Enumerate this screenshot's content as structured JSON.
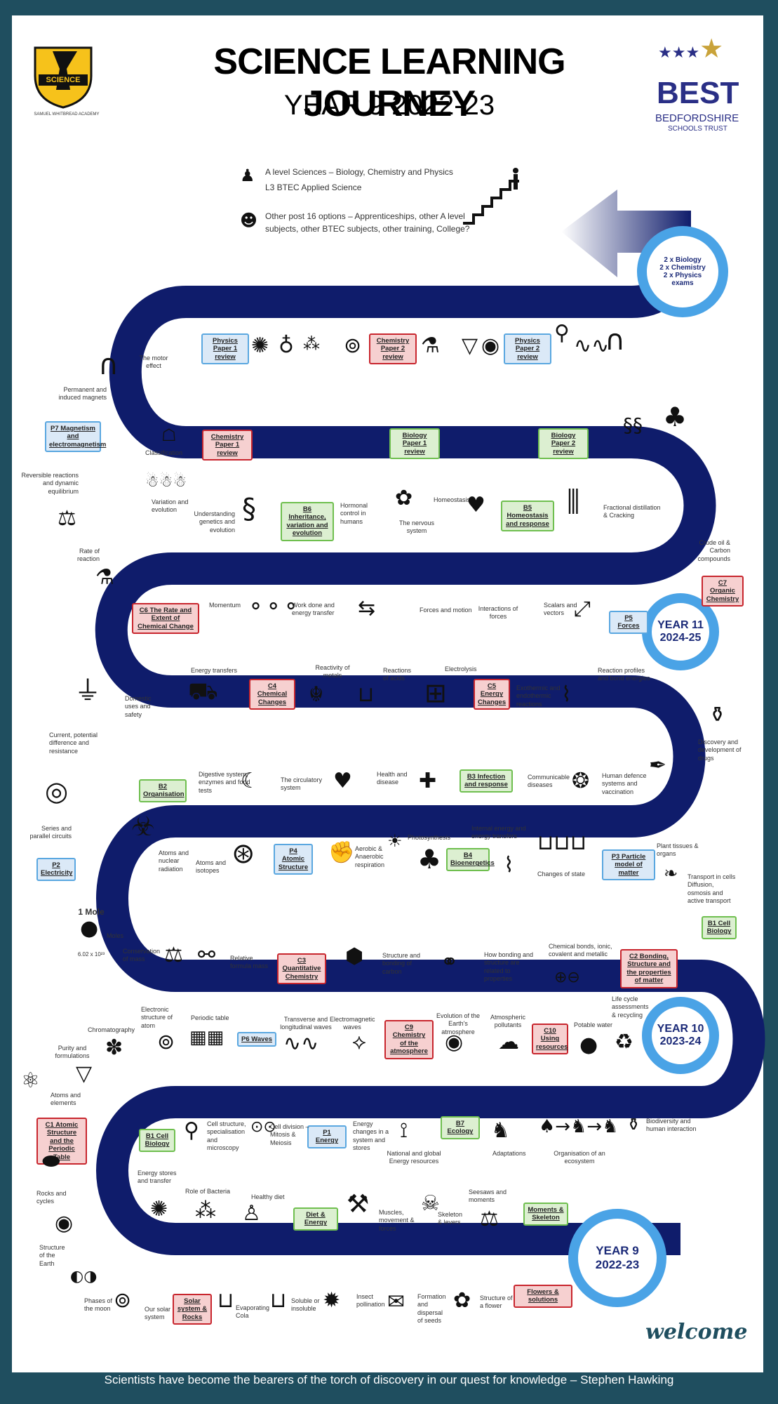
{
  "header": {
    "title": "SCIENCE LEARNING JOURNEY",
    "year": "YEAR 9 2022-23",
    "school_badge_text": "SCIENCE",
    "school_badge_ring": "SAMUEL WHITBREAD ACADEMY",
    "trust_logo_short": "BEST",
    "trust_logo_line1": "BEDFORDSHIRE",
    "trust_logo_line2": "SCHOOLS TRUST"
  },
  "post16": {
    "line1": "A level Sciences – Biology, Chemistry and Physics",
    "line2": "L3 BTEC Applied Science",
    "line3": "Other post 16 options – Apprenticeships, other A level",
    "line4": "subjects, other BTEC subjects, other training, College?"
  },
  "milestones": {
    "exams": [
      "2 x Biology",
      "2 x Chemistry",
      "2 x Physics",
      "exams"
    ],
    "year11": [
      "YEAR 11",
      "2024-25"
    ],
    "year10": [
      "YEAR 10",
      "2023-24"
    ],
    "year9": [
      "YEAR 9",
      "2022-23"
    ]
  },
  "boxes": {
    "physics_paper1": "Physics Paper 1 review",
    "chemistry_paper2": "Chemistry Paper 2 review",
    "physics_paper2": "Physics Paper 2 review",
    "p7": "P7 Magnetism and electromagnetism",
    "chemistry_paper1": "Chemistry Paper 1 review",
    "biology_paper1": "Biology Paper 1 review",
    "biology_paper2": "Biology Paper 2 review",
    "b6": "B6 Inheritance, variation and evolution",
    "b5": "B5 Homeostasis and response",
    "c6": "C6 The Rate and Extent of Chemical Change",
    "c7": "C7 Organic Chemistry",
    "p5": "P5 Forces",
    "c4": "C4 Chemical Changes",
    "c5": "C5 Energy Changes",
    "b2": "B2 Organisation",
    "b3": "B3 Infection and response",
    "p2": "P2 Electricity",
    "p4": "P4 Atomic Structure",
    "b4": "B4 Bioenergetics",
    "p3": "P3 Particle model of matter",
    "b1_cell_right": "B1 Cell Biology",
    "c3": "C3 Quantitative Chemistry",
    "c2": "C2 Bonding, Structure and the properties of matter",
    "p6": "P6 Waves",
    "c9": "C9 Chemistry of the atmosphere",
    "c10": "C10 Using resources",
    "c1": "C1 Atomic Structure and the Periodic Table",
    "b1_cell_left": "B1 Cell Biology",
    "p1": "P1 Energy",
    "b7": "B7 Ecology",
    "diet": "Diet & Energy",
    "moments": "Moments & Skeleton",
    "solar": "Solar system & Rocks",
    "flowers": "Flowers & solutions"
  },
  "labels": {
    "motor_effect": "The motor effect",
    "permanent_magnets": "Permanent and induced magnets",
    "classification": "Classification",
    "reversible": "Reversible reactions and dynamic equilibrium",
    "variation": "Variation and evolution",
    "understanding_genetics": "Understanding genetics and evolution",
    "hormonal": "Hormonal control in humans",
    "nervous": "The nervous system",
    "homeostasis": "Homeostasis",
    "fractional": "Fractional distillation & Cracking",
    "crude_oil": "Crude oil & Carbon compounds",
    "rate_reaction": "Rate of reaction",
    "momentum": "Momentum",
    "work_done": "Work done and energy transfer",
    "forces_motion": "Forces and motion",
    "interactions": "Interactions of forces",
    "scalars": "Scalars and vectors",
    "energy_transfers": "Energy transfers",
    "domestic": "Domestic uses and safety",
    "reactivity": "Reactivity of metals",
    "reactions_acids": "Reactions of acids",
    "electrolysis": "Electrolysis",
    "exothermic": "Exothermic and endothermic reactions",
    "reaction_profiles": "Reaction profiles and bond energies",
    "current": "Current, potential difference and resistance",
    "drugs": "Discovery and development of drugs",
    "digestive": "Digestive system, enzymes and food tests",
    "circulatory": "The circulatory system",
    "health": "Health and disease",
    "communicable": "Communicable diseases",
    "human_defence": "Human defence systems and vaccination",
    "series_parallel": "Series and parallel circuits",
    "atoms_nuclear": "Atoms and nuclear radiation",
    "atoms_isotopes": "Atoms and isotopes",
    "aerobic": "Aerobic & Anaerobic respiration",
    "photosynthesis": "Photosynthesis",
    "internal_energy": "Internal energy and energy transfers",
    "changes_state": "Changes of state",
    "plant_tissues": "Plant tissues & organs",
    "transport_cells": "Transport in cells Diffusion, osmosis and active transport",
    "mole_title": "1 Mole",
    "mole_number": "6.02 x 10²³",
    "moles": "Moles",
    "conservation": "Conservation of mass",
    "relative_formula": "Relative formula mass",
    "structure_carbon": "Structure and bonding of carbon",
    "how_bonding": "How bonding and structure are related to properties",
    "chemical_bonds": "Chemical bonds, ionic, covalent and metallic",
    "life_cycle": "Life cycle assessments & recycling",
    "potable": "Potable water",
    "chromatography": "Chromatography",
    "electronic_structure": "Electronic structure of atom",
    "periodic_table": "Periodic table",
    "transverse": "Transverse and longitudinal waves",
    "electromagnetic": "Electromagnetic waves",
    "evolution_atmosphere": "Evolution of the Earth's atmosphere",
    "atmospheric_pollutants": "Atmospheric pollutants",
    "purity": "Purity and formulations",
    "atoms_elements": "Atoms and elements",
    "cell_structure": "Cell structure, specialisation and microscopy",
    "cell_division": "Cell division – Mitosis & Meiosis",
    "energy_changes": "Energy changes in a system and stores",
    "national_grid": "National and global Energy resources",
    "adaptations": "Adaptations",
    "organisation_ecosystem": "Organisation of an ecosystem",
    "biodiversity": "Biodiversity and human interaction",
    "energy_stores": "Energy stores and transfer",
    "rocks_cycles": "Rocks and cycles",
    "role_bacteria": "Role of Bacteria",
    "healthy_diet": "Healthy diet",
    "muscles": "Muscles, movement & forces",
    "skeleton": "Skeleton & levers",
    "seesaws": "Seesaws and moments",
    "structure_earth": "Structure of the Earth",
    "phases_moon": "Phases of the moon",
    "our_solar": "Our solar system",
    "evaporating": "Evaporating Cola",
    "soluble": "Soluble or insoluble",
    "insect": "Insect pollination",
    "formation_seeds": "Formation and dispersal of seeds",
    "structure_flower": "Structure of a flower"
  },
  "footer": "Scientists have become the bearers of the torch of discovery in our quest for knowledge – Stephen Hawking",
  "welcome": "welcome",
  "colors": {
    "road": "#0f1c6b",
    "milestone_ring": "#4aa3e6",
    "physics": "#5aa7e0",
    "chemistry": "#c8262e",
    "biology": "#6fbf4f",
    "frame": "#1f4e5f"
  }
}
